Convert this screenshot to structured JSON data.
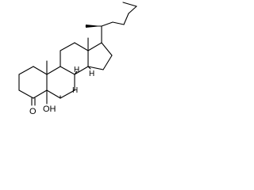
{
  "molecule": {
    "atom_labels": {
      "carbonyl_oxygen": "O",
      "hydroxyl": "OH",
      "stereo_h": "H"
    },
    "colors": {
      "ink": "#000000",
      "background": "#ffffff"
    }
  }
}
